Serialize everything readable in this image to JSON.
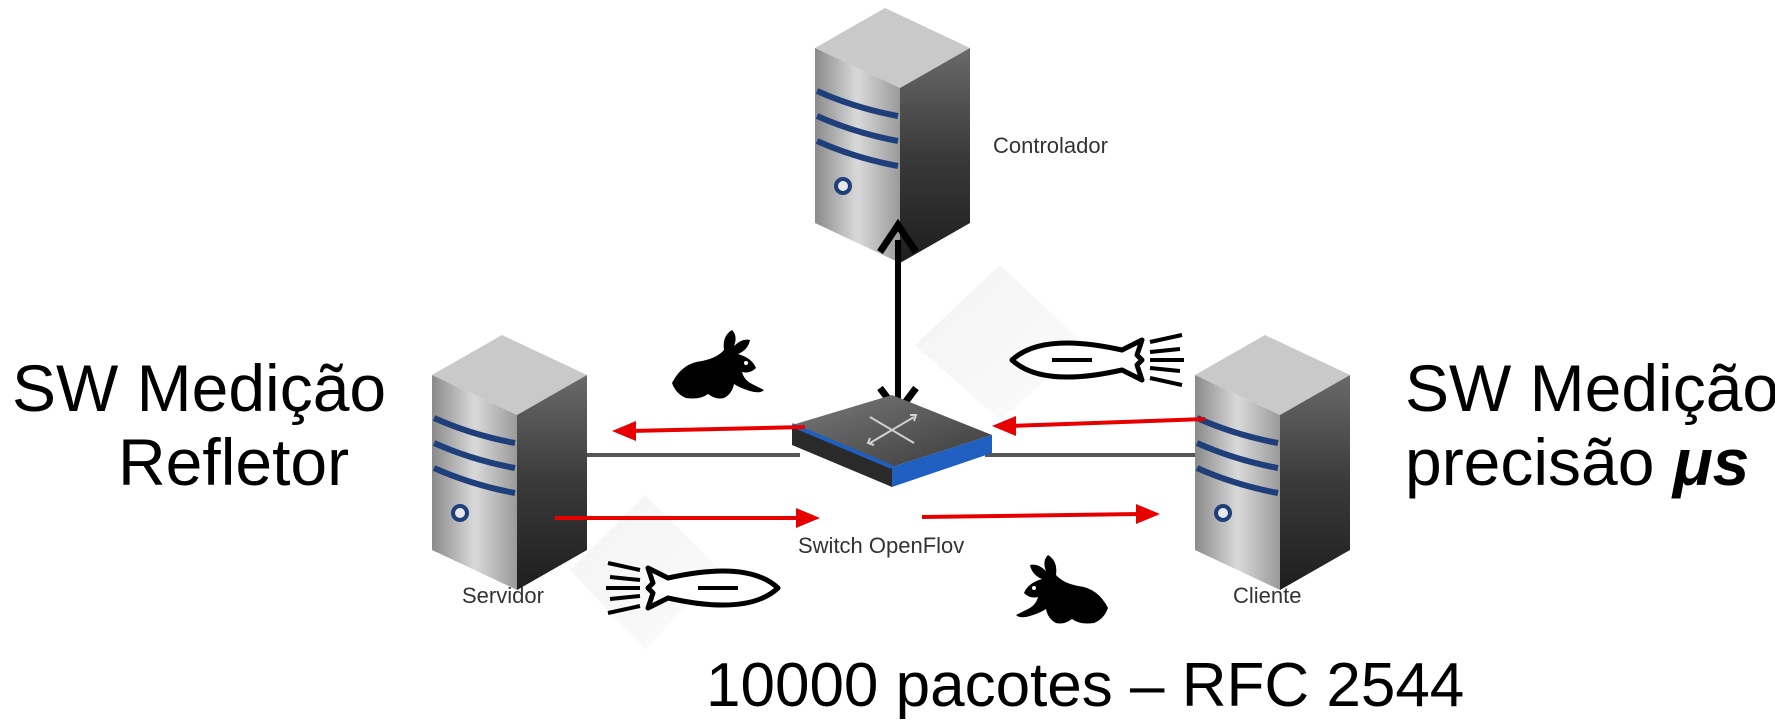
{
  "labels": {
    "controller": "Controlador",
    "server": "Servidor",
    "client": "Cliente",
    "switch": "Switch OpenFlov"
  },
  "left_text": {
    "line1": "SW Medição",
    "line2": "Refletor"
  },
  "right_text": {
    "line1": "SW Medição",
    "line2_prefix": "precisão ",
    "line2_unit": "μs"
  },
  "bottom_text": "10000 pacotes – RFC 2544",
  "colors": {
    "flow_arrow": "#e60000",
    "server_stripe": "#1f3f7a",
    "switch_trim": "#1f5fbf"
  },
  "icons": [
    "server-icon",
    "switch-icon",
    "rabbit-icon",
    "rocket-icon",
    "double-arrow-icon"
  ]
}
